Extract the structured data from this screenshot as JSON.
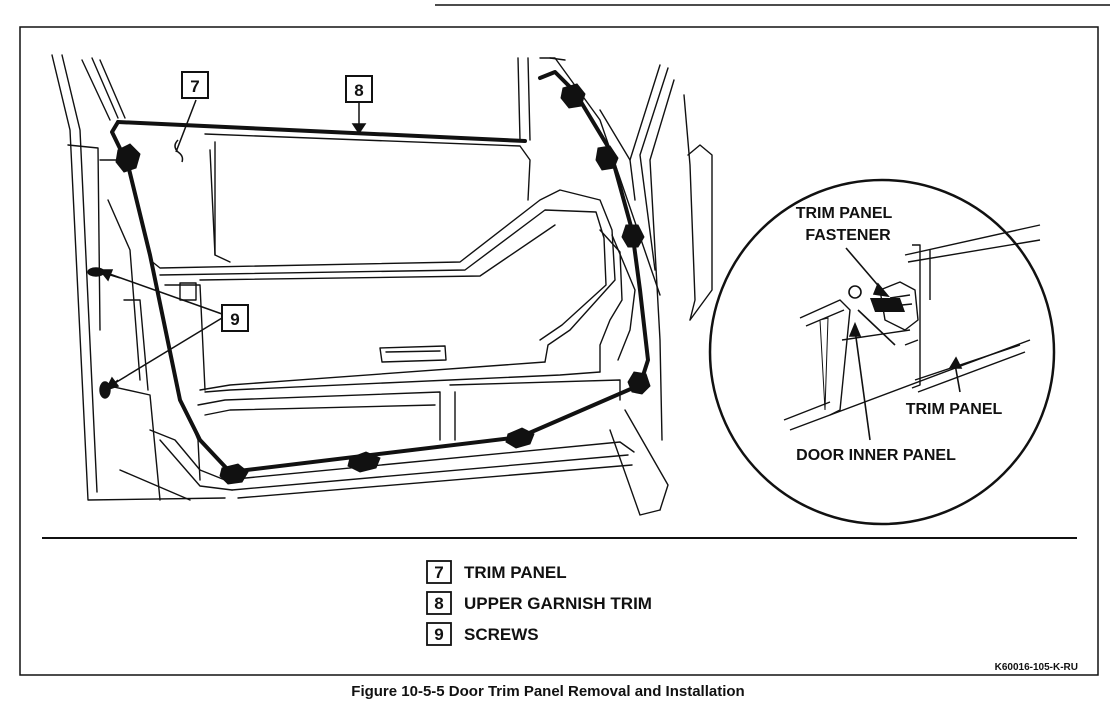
{
  "callouts": {
    "c7": "7",
    "c8": "8",
    "c9": "9"
  },
  "detail_labels": {
    "fastener_line1": "TRIM PANEL",
    "fastener_line2": "FASTENER",
    "trim_panel": "TRIM PANEL",
    "door_inner_panel": "DOOR INNER PANEL"
  },
  "legend": [
    {
      "num": "7",
      "text": "TRIM PANEL"
    },
    {
      "num": "8",
      "text": "UPPER GARNISH TRIM"
    },
    {
      "num": "9",
      "text": "SCREWS"
    }
  ],
  "code": "K60016-105-K-RU",
  "caption": "Figure 10-5-5 Door Trim Panel Removal and Installation"
}
